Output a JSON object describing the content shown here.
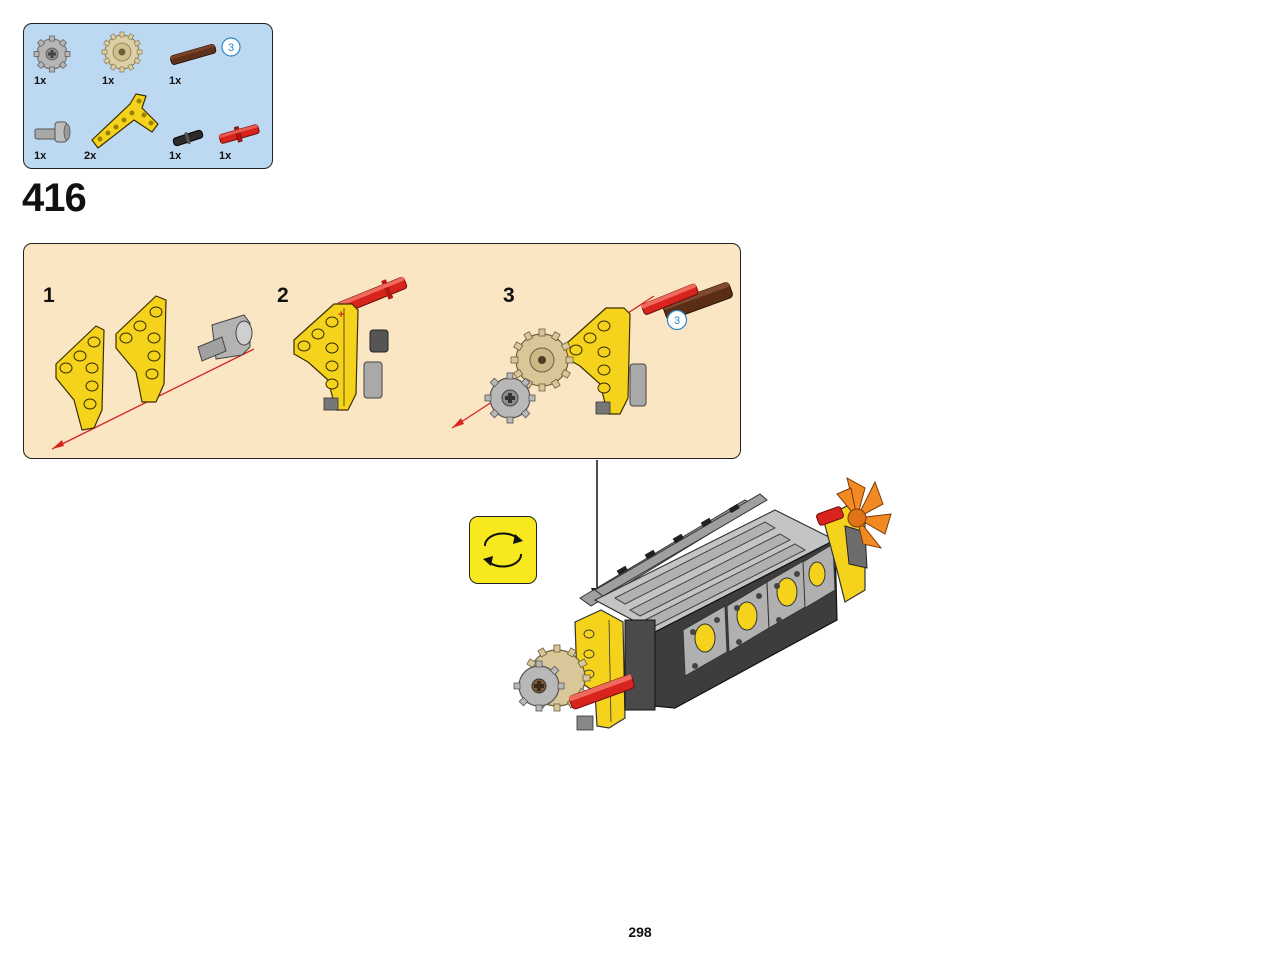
{
  "parts_list": {
    "items": [
      {
        "name": "gear-12-gray",
        "quantity": "1x"
      },
      {
        "name": "gear-20-tan",
        "quantity": "1x"
      },
      {
        "name": "axle-brown",
        "quantity": "1x",
        "axle_length": "3"
      },
      {
        "name": "axle-pin-gray",
        "quantity": "1x"
      },
      {
        "name": "yellow-t-beam",
        "quantity": "2x"
      },
      {
        "name": "pin-black",
        "quantity": "1x"
      },
      {
        "name": "axle-pin-red",
        "quantity": "1x"
      }
    ]
  },
  "step": {
    "number": "416"
  },
  "substeps": [
    {
      "number": "1"
    },
    {
      "number": "2"
    },
    {
      "number": "3",
      "axle_length": "3"
    }
  ],
  "page": {
    "number": "298"
  },
  "colors": {
    "parts_bg": "#bdd9f2",
    "substep_bg": "#fbe6c4",
    "rotate_bg": "#f7e91e",
    "lego_yellow": "#f5d21c",
    "lego_red": "#d8241c",
    "lego_brown": "#5a2d17",
    "lego_tan": "#d9c79a",
    "lego_gray": "#a3a3a3",
    "lego_orange": "#f28a24"
  }
}
